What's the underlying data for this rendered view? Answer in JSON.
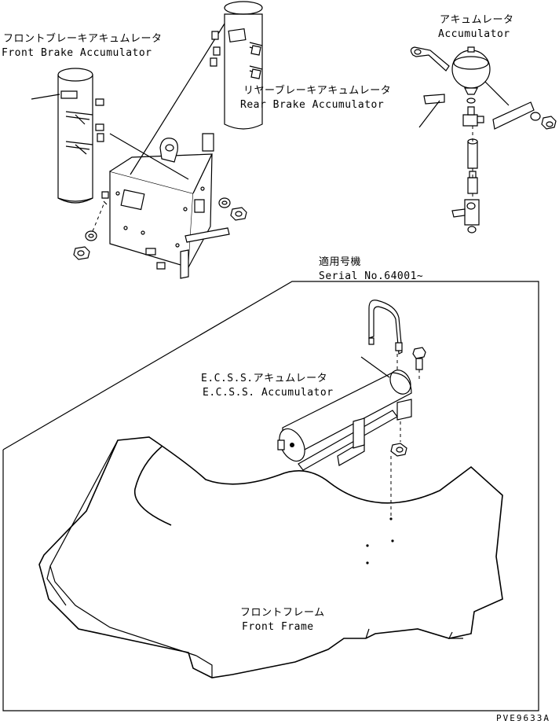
{
  "labels": {
    "front_brake_acc_jp": "フロントブレーキアキュムレータ",
    "front_brake_acc_en": "Front Brake Accumulator",
    "rear_brake_acc_jp": "リヤーブレーキアキュムレータ",
    "rear_brake_acc_en": "Rear Brake Accumulator",
    "accumulator_jp": "アキュムレータ",
    "accumulator_en": "Accumulator",
    "applicable_jp": "適用号機",
    "serial_no": "Serial No.64001~",
    "ecss_acc_jp": "E.C.S.S.アキュムレータ",
    "ecss_acc_en": "E.C.S.S. Accumulator",
    "front_frame_jp": "フロントフレーム",
    "front_frame_en": "Front Frame",
    "drawing_code": "PVE9633A"
  }
}
